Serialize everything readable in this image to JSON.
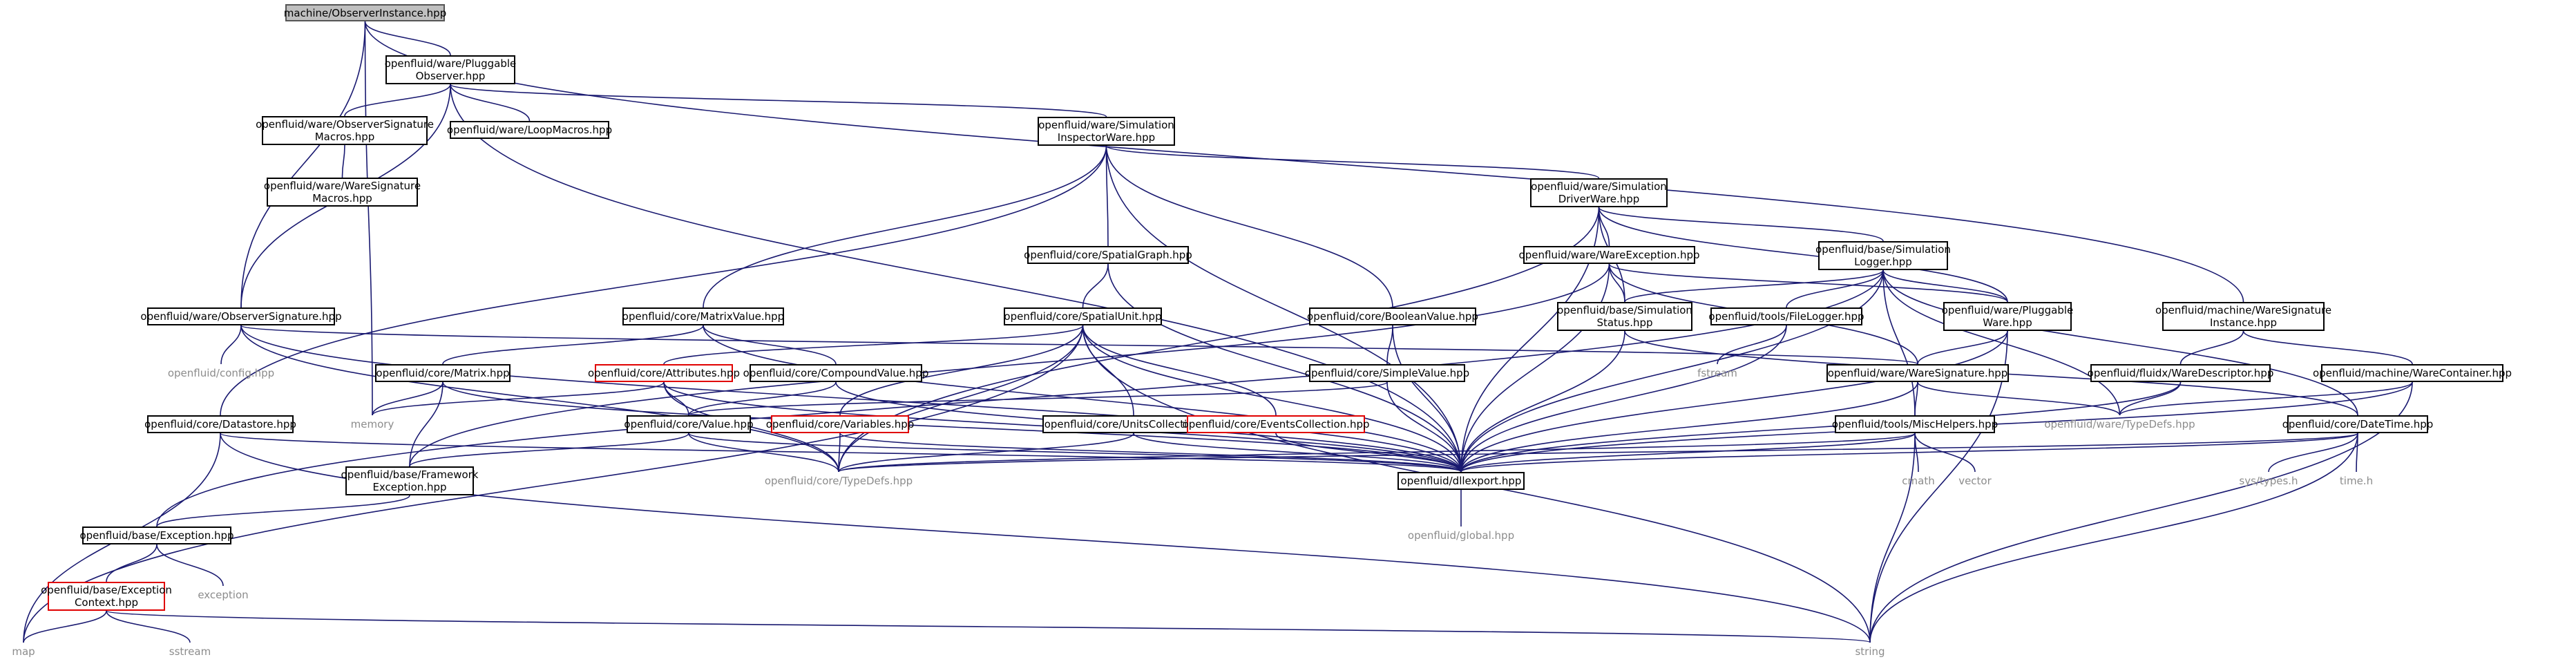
{
  "graph": {
    "edge_color": "#191970",
    "nodes": [
      {
        "id": "observer_instance",
        "label": "machine/ObserverInstance.hpp",
        "style": "root"
      },
      {
        "id": "pluggable_observer",
        "label": "openfluid/ware/Pluggable\nObserver.hpp",
        "style": "black"
      },
      {
        "id": "observer_sig_macros",
        "label": "openfluid/ware/ObserverSignature\nMacros.hpp",
        "style": "black"
      },
      {
        "id": "loop_macros",
        "label": "openfluid/ware/LoopMacros.hpp",
        "style": "black"
      },
      {
        "id": "ware_sig_macros",
        "label": "openfluid/ware/WareSignature\nMacros.hpp",
        "style": "black"
      },
      {
        "id": "sim_inspector",
        "label": "openfluid/ware/Simulation\nInspectorWare.hpp",
        "style": "black"
      },
      {
        "id": "sim_driver",
        "label": "openfluid/ware/Simulation\nDriverWare.hpp",
        "style": "black"
      },
      {
        "id": "spatial_graph",
        "label": "openfluid/core/SpatialGraph.hpp",
        "style": "black"
      },
      {
        "id": "ware_exception",
        "label": "openfluid/ware/WareException.hpp",
        "style": "black"
      },
      {
        "id": "sim_logger",
        "label": "openfluid/base/Simulation\nLogger.hpp",
        "style": "black"
      },
      {
        "id": "observer_sig",
        "label": "openfluid/ware/ObserverSignature.hpp",
        "style": "black"
      },
      {
        "id": "config",
        "label": "openfluid/config.hpp",
        "style": "grey"
      },
      {
        "id": "matrix_value",
        "label": "openfluid/core/MatrixValue.hpp",
        "style": "black"
      },
      {
        "id": "spatial_unit",
        "label": "openfluid/core/SpatialUnit.hpp",
        "style": "black"
      },
      {
        "id": "boolean_value",
        "label": "openfluid/core/BooleanValue.hpp",
        "style": "black"
      },
      {
        "id": "sim_status",
        "label": "openfluid/base/Simulation\nStatus.hpp",
        "style": "black"
      },
      {
        "id": "file_logger",
        "label": "openfluid/tools/FileLogger.hpp",
        "style": "black"
      },
      {
        "id": "pluggable_ware",
        "label": "openfluid/ware/Pluggable\nWare.hpp",
        "style": "black"
      },
      {
        "id": "machine_ware_sig_instance",
        "label": "openfluid/machine/WareSignature\nInstance.hpp",
        "style": "black"
      },
      {
        "id": "attributes",
        "label": "openfluid/core/Attributes.hpp",
        "style": "red"
      },
      {
        "id": "matrix",
        "label": "openfluid/core/Matrix.hpp",
        "style": "black"
      },
      {
        "id": "compound_value",
        "label": "openfluid/core/CompoundValue.hpp",
        "style": "black"
      },
      {
        "id": "simple_value",
        "label": "openfluid/core/SimpleValue.hpp",
        "style": "black"
      },
      {
        "id": "fstream",
        "label": "fstream",
        "style": "grey"
      },
      {
        "id": "ware_signature",
        "label": "openfluid/ware/WareSignature.hpp",
        "style": "black"
      },
      {
        "id": "ware_descriptor",
        "label": "openfluid/fluidx/WareDescriptor.hpp",
        "style": "black"
      },
      {
        "id": "ware_container",
        "label": "openfluid/machine/WareContainer.hpp",
        "style": "black"
      },
      {
        "id": "memory",
        "label": "memory",
        "style": "grey"
      },
      {
        "id": "datastore",
        "label": "openfluid/core/Datastore.hpp",
        "style": "black"
      },
      {
        "id": "value",
        "label": "openfluid/core/Value.hpp",
        "style": "black"
      },
      {
        "id": "variables",
        "label": "openfluid/core/Variables.hpp",
        "style": "red"
      },
      {
        "id": "units_collection",
        "label": "openfluid/core/UnitsCollection.hpp",
        "style": "black"
      },
      {
        "id": "events_collection",
        "label": "openfluid/core/EventsCollection.hpp",
        "style": "red"
      },
      {
        "id": "misc_helpers",
        "label": "openfluid/tools/MiscHelpers.hpp",
        "style": "black"
      },
      {
        "id": "ware_typedefs",
        "label": "openfluid/ware/TypeDefs.hpp",
        "style": "grey"
      },
      {
        "id": "date_time",
        "label": "openfluid/core/DateTime.hpp",
        "style": "black"
      },
      {
        "id": "framework_exception",
        "label": "openfluid/base/Framework\nException.hpp",
        "style": "black"
      },
      {
        "id": "core_typedefs",
        "label": "openfluid/core/TypeDefs.hpp",
        "style": "grey"
      },
      {
        "id": "dllexport",
        "label": "openfluid/dllexport.hpp",
        "style": "black"
      },
      {
        "id": "cmath",
        "label": "cmath",
        "style": "grey"
      },
      {
        "id": "vector",
        "label": "vector",
        "style": "grey"
      },
      {
        "id": "sys_types",
        "label": "sys/types.h",
        "style": "grey"
      },
      {
        "id": "time_h",
        "label": "time.h",
        "style": "grey"
      },
      {
        "id": "base_exception",
        "label": "openfluid/base/Exception.hpp",
        "style": "black"
      },
      {
        "id": "global",
        "label": "openfluid/global.hpp",
        "style": "grey"
      },
      {
        "id": "exception",
        "label": "exception",
        "style": "grey"
      },
      {
        "id": "exception_context",
        "label": "openfluid/base/Exception\nContext.hpp",
        "style": "red"
      },
      {
        "id": "map",
        "label": "map",
        "style": "grey"
      },
      {
        "id": "sstream",
        "label": "sstream",
        "style": "grey"
      },
      {
        "id": "string",
        "label": "string",
        "style": "grey"
      }
    ],
    "edges": [
      [
        "observer_instance",
        "pluggable_observer"
      ],
      [
        "observer_instance",
        "observer_sig"
      ],
      [
        "observer_instance",
        "memory"
      ],
      [
        "observer_instance",
        "machine_ware_sig_instance"
      ],
      [
        "pluggable_observer",
        "observer_sig_macros"
      ],
      [
        "pluggable_observer",
        "loop_macros"
      ],
      [
        "pluggable_observer",
        "sim_inspector"
      ],
      [
        "pluggable_observer",
        "observer_sig"
      ],
      [
        "pluggable_observer",
        "dllexport"
      ],
      [
        "observer_sig_macros",
        "ware_sig_macros"
      ],
      [
        "sim_inspector",
        "sim_driver"
      ],
      [
        "sim_inspector",
        "spatial_graph"
      ],
      [
        "sim_inspector",
        "matrix_value"
      ],
      [
        "sim_inspector",
        "boolean_value"
      ],
      [
        "sim_inspector",
        "datastore"
      ],
      [
        "sim_inspector",
        "dllexport"
      ],
      [
        "sim_driver",
        "ware_exception"
      ],
      [
        "sim_driver",
        "sim_logger"
      ],
      [
        "sim_driver",
        "sim_status"
      ],
      [
        "sim_driver",
        "pluggable_ware"
      ],
      [
        "sim_driver",
        "dllexport"
      ],
      [
        "sim_driver",
        "core_typedefs"
      ],
      [
        "spatial_graph",
        "spatial_unit"
      ],
      [
        "spatial_graph",
        "dllexport"
      ],
      [
        "ware_exception",
        "sim_status"
      ],
      [
        "ware_exception",
        "pluggable_ware"
      ],
      [
        "ware_exception",
        "framework_exception"
      ],
      [
        "ware_exception",
        "dllexport"
      ],
      [
        "ware_exception",
        "ware_signature"
      ],
      [
        "sim_logger",
        "file_logger"
      ],
      [
        "sim_logger",
        "sim_status"
      ],
      [
        "sim_logger",
        "pluggable_ware"
      ],
      [
        "sim_logger",
        "misc_helpers"
      ],
      [
        "sim_logger",
        "ware_typedefs"
      ],
      [
        "sim_logger",
        "date_time"
      ],
      [
        "sim_logger",
        "dllexport"
      ],
      [
        "sim_logger",
        "base_exception"
      ],
      [
        "observer_sig",
        "config"
      ],
      [
        "observer_sig",
        "ware_signature"
      ],
      [
        "observer_sig",
        "dllexport"
      ],
      [
        "observer_sig",
        "core_typedefs"
      ],
      [
        "matrix_value",
        "matrix"
      ],
      [
        "matrix_value",
        "compound_value"
      ],
      [
        "matrix_value",
        "dllexport"
      ],
      [
        "spatial_unit",
        "attributes"
      ],
      [
        "spatial_unit",
        "variables"
      ],
      [
        "spatial_unit",
        "units_collection"
      ],
      [
        "spatial_unit",
        "events_collection"
      ],
      [
        "spatial_unit",
        "dllexport"
      ],
      [
        "spatial_unit",
        "core_typedefs"
      ],
      [
        "spatial_unit",
        "map"
      ],
      [
        "spatial_unit",
        "string"
      ],
      [
        "boolean_value",
        "simple_value"
      ],
      [
        "boolean_value",
        "dllexport"
      ],
      [
        "sim_status",
        "date_time"
      ],
      [
        "sim_status",
        "dllexport"
      ],
      [
        "file_logger",
        "fstream"
      ],
      [
        "file_logger",
        "dllexport"
      ],
      [
        "pluggable_ware",
        "ware_signature"
      ],
      [
        "pluggable_ware",
        "dllexport"
      ],
      [
        "pluggable_ware",
        "string"
      ],
      [
        "machine_ware_sig_instance",
        "ware_descriptor"
      ],
      [
        "machine_ware_sig_instance",
        "ware_container"
      ],
      [
        "attributes",
        "value"
      ],
      [
        "attributes",
        "memory"
      ],
      [
        "attributes",
        "dllexport"
      ],
      [
        "attributes",
        "core_typedefs"
      ],
      [
        "matrix",
        "memory"
      ],
      [
        "matrix",
        "framework_exception"
      ],
      [
        "matrix",
        "dllexport"
      ],
      [
        "compound_value",
        "value"
      ],
      [
        "compound_value",
        "dllexport"
      ],
      [
        "simple_value",
        "value"
      ],
      [
        "simple_value",
        "dllexport"
      ],
      [
        "ware_signature",
        "misc_helpers"
      ],
      [
        "ware_signature",
        "ware_typedefs"
      ],
      [
        "ware_signature",
        "dllexport"
      ],
      [
        "ware_descriptor",
        "ware_typedefs"
      ],
      [
        "ware_descriptor",
        "dllexport"
      ],
      [
        "ware_container",
        "ware_typedefs"
      ],
      [
        "ware_container",
        "dllexport"
      ],
      [
        "ware_container",
        "string"
      ],
      [
        "datastore",
        "map"
      ],
      [
        "datastore",
        "dllexport"
      ],
      [
        "datastore",
        "string"
      ],
      [
        "value",
        "framework_exception"
      ],
      [
        "value",
        "dllexport"
      ],
      [
        "value",
        "core_typedefs"
      ],
      [
        "variables",
        "core_typedefs"
      ],
      [
        "variables",
        "dllexport"
      ],
      [
        "units_collection",
        "core_typedefs"
      ],
      [
        "units_collection",
        "dllexport"
      ],
      [
        "events_collection",
        "dllexport"
      ],
      [
        "misc_helpers",
        "cmath"
      ],
      [
        "misc_helpers",
        "vector"
      ],
      [
        "misc_helpers",
        "string"
      ],
      [
        "misc_helpers",
        "dllexport"
      ],
      [
        "misc_helpers",
        "core_typedefs"
      ],
      [
        "date_time",
        "sys_types"
      ],
      [
        "date_time",
        "time_h"
      ],
      [
        "date_time",
        "string"
      ],
      [
        "date_time",
        "dllexport"
      ],
      [
        "date_time",
        "core_typedefs"
      ],
      [
        "framework_exception",
        "base_exception"
      ],
      [
        "dllexport",
        "global"
      ],
      [
        "base_exception",
        "exception"
      ],
      [
        "base_exception",
        "exception_context"
      ],
      [
        "exception_context",
        "map"
      ],
      [
        "exception_context",
        "sstream"
      ],
      [
        "exception_context",
        "string"
      ]
    ]
  }
}
